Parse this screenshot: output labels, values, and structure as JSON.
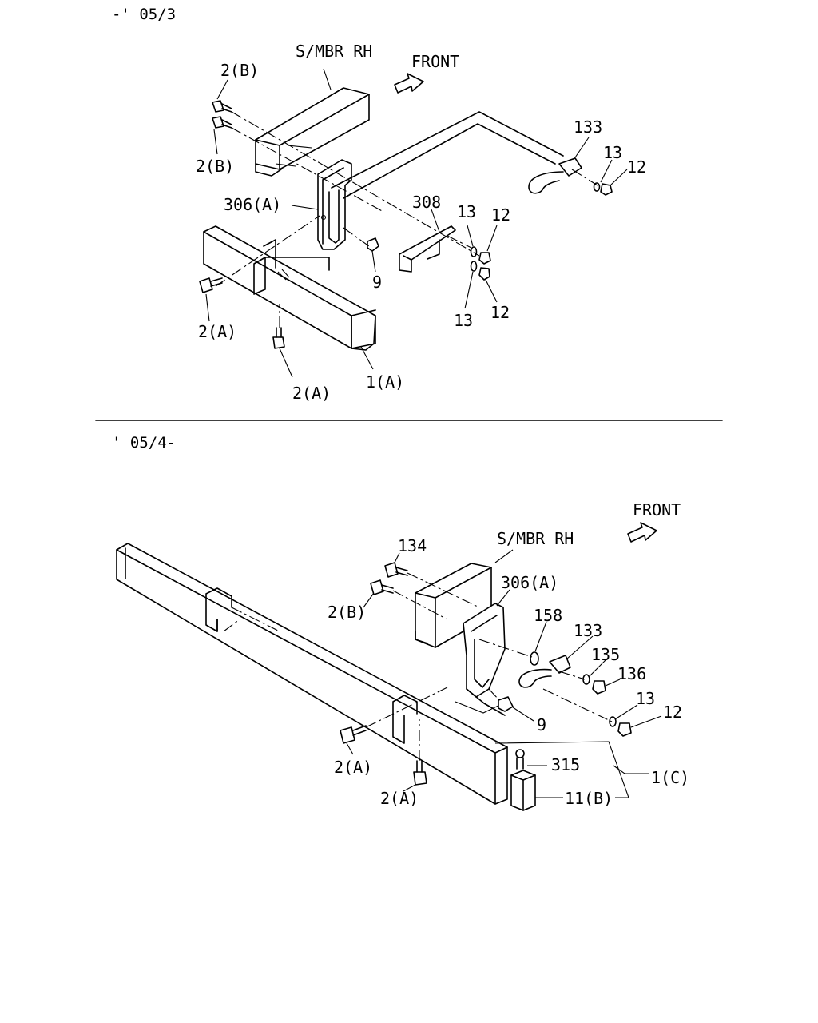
{
  "header_top": "-' 05/3",
  "header_bottom": "' 05/4-",
  "top_diagram": {
    "smbr_label": "S/MBR RH",
    "front_label": "FRONT",
    "callouts": [
      "2(B)",
      "2(B)",
      "306(A)",
      "133",
      "13",
      "12",
      "308",
      "13",
      "12",
      "9",
      "13",
      "12",
      "2(A)",
      "2(A)",
      "1(A)"
    ]
  },
  "bottom_diagram": {
    "smbr_label": "S/MBR RH",
    "front_label": "FRONT",
    "callouts": [
      "134",
      "2(B)",
      "306(A)",
      "158",
      "133",
      "135",
      "136",
      "13",
      "12",
      "9",
      "315",
      "1(C)",
      "11(B)",
      "2(A)",
      "2(A)"
    ]
  }
}
